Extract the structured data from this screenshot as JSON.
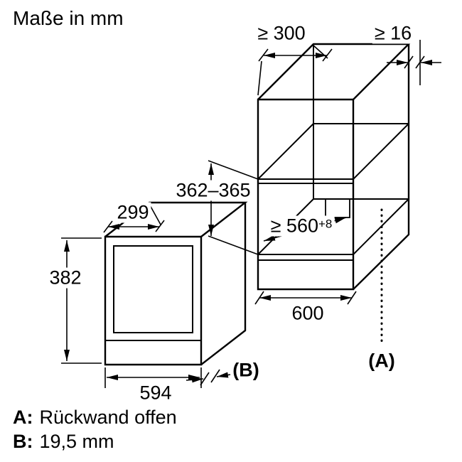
{
  "title": "Maße in mm",
  "oven": {
    "depth": "299",
    "height": "382",
    "width": "594",
    "door_ref": "(B)"
  },
  "cabinet": {
    "depth_min": "≥ 300",
    "rear_gap_min": "≥ 16",
    "niche_height": "362–365",
    "niche_width_min": "≥ 560",
    "niche_width_tolerance": "+8",
    "width": "600",
    "back_ref": "(A)"
  },
  "legend": {
    "a_key": "A:",
    "a_value": "Rückwand offen",
    "b_key": "B:",
    "b_value": "19,5 mm"
  }
}
